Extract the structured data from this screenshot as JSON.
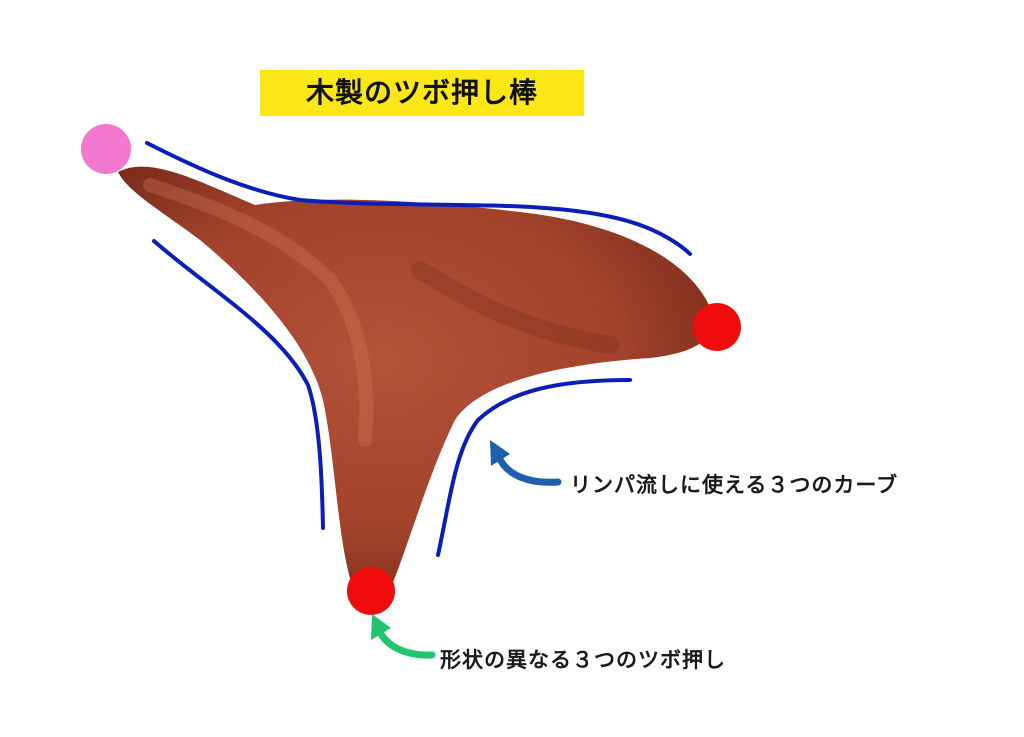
{
  "title": "木製のツボ押し棒",
  "captions": {
    "curves": "リンパ流しに使える３つのカーブ",
    "points": "形状の異なる３つのツボ押し"
  },
  "colors": {
    "title_highlight": "#fbe716",
    "curve_lines": "#0a1fb8",
    "arrow_curves": "#1f5fb0",
    "arrow_points": "#22c56e",
    "point_tip_pink": "#f279cf",
    "point_tip_red": "#f00c0c",
    "wood": "#a8432c"
  },
  "icons": {
    "arrow_curves": "curved-arrow-icon",
    "arrow_points": "curved-arrow-icon"
  }
}
